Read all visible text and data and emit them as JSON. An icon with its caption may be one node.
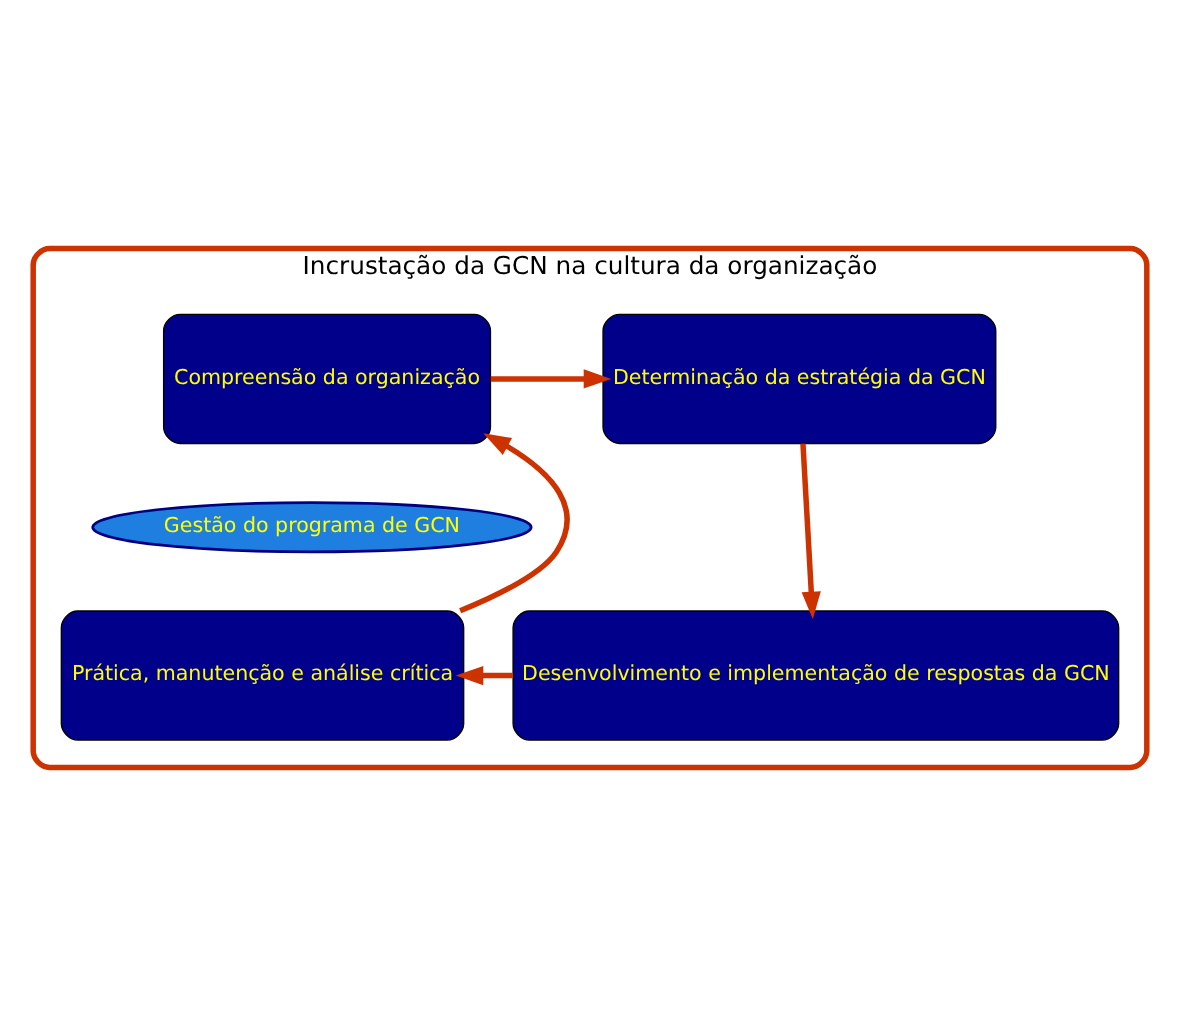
{
  "diagram": {
    "nodes": [
      {
        "text": [
          "Incrustação da GCN na cultura da organização"
        ]
      },
      {
        "text": [
          "Compreensão da organização"
        ],
        "in": 0
      },
      {
        "text": [
          "Determinação da estratégia da GCN"
        ],
        "in": 0
      },
      {
        "text": [
          "Gestão do programa de GCN"
        ],
        "in": 0
      },
      {
        "text": [
          "Prática, manutenção e análise crítica"
        ],
        "in": 0
      },
      {
        "text": [
          "Desenvolvimento e implementação de respostas da GCN"
        ],
        "in": 0
      }
    ],
    "edges": [
      {
        "from": 1,
        "to": 2,
        "arrow": "to"
      },
      {
        "from": 2,
        "to": 5,
        "arrow": "to"
      },
      {
        "from": 5,
        "to": 4,
        "arrow": "to"
      },
      {
        "from": 4,
        "to": 1,
        "arrow": "to"
      }
    ]
  }
}
